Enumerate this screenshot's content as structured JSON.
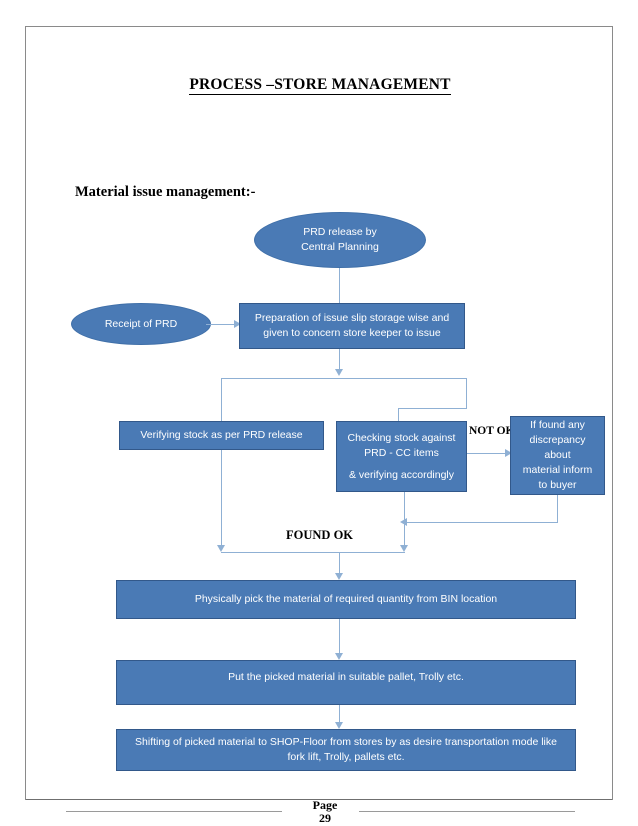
{
  "document": {
    "title": "PROCESS –STORE MANAGEMENT",
    "subtitle": "Material issue management:-",
    "footer": {
      "page_word": "Page",
      "page_number": "29"
    }
  },
  "colors": {
    "node_fill": "#4a7ab5",
    "node_border": "#32588a",
    "connector": "#8fb0d4",
    "page_border": "#8a8a8a",
    "text_on_node": "#ffffff"
  },
  "flowchart": {
    "nodes": [
      {
        "id": "prd-release",
        "shape": "ellipse",
        "line1": "PRD release by",
        "line2": "Central Planning"
      },
      {
        "id": "receipt-of-prd",
        "shape": "ellipse",
        "line1": "Receipt of PRD"
      },
      {
        "id": "preparation-of-issue-slip",
        "shape": "box",
        "line1": "Preparation of issue slip storage wise and",
        "line2": "given to concern store keeper to issue"
      },
      {
        "id": "verifying-stock",
        "shape": "box",
        "line1": "Verifying stock as per PRD release"
      },
      {
        "id": "checking-stock",
        "shape": "box",
        "line1": "Checking stock   against",
        "line2": "PRD - CC items",
        "line3": "& verifying accordingly"
      },
      {
        "id": "discrepancy-inform-buyer",
        "shape": "box",
        "line1": "If found any",
        "line2": "discrepancy about",
        "line3": "material inform",
        "line4": "to buyer"
      },
      {
        "id": "physically-pick",
        "shape": "box",
        "line1": "Physically pick the material of required quantity from BIN location"
      },
      {
        "id": "put-in-pallet",
        "shape": "box",
        "line1": "Put the picked material in suitable pallet, Trolly etc."
      },
      {
        "id": "shifting-to-shop-floor",
        "shape": "box",
        "line1": "Shifting of picked material to SHOP-Floor from stores by as desire transportation mode like",
        "line2": "fork lift, Trolly, pallets etc."
      }
    ],
    "edge_labels": {
      "not_ok": "NOT OK",
      "found_ok": "FOUND OK"
    }
  }
}
